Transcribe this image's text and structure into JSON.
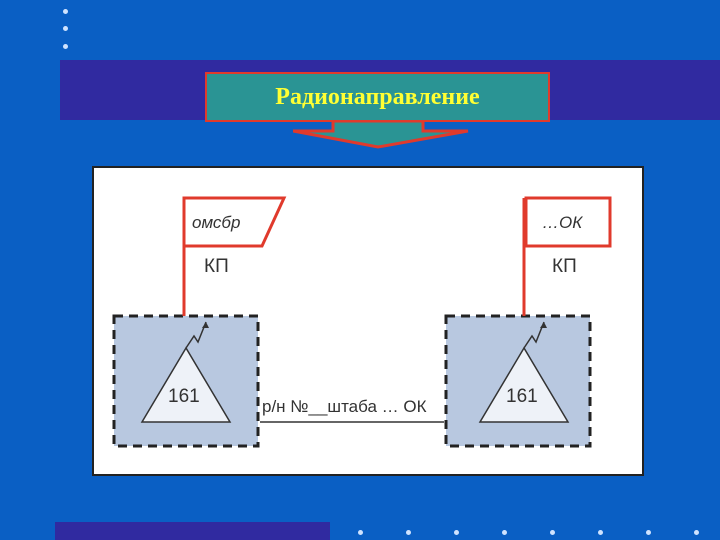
{
  "title": "Радионаправление",
  "left_node": {
    "label": "омсбр",
    "kp": "КП",
    "number": "161"
  },
  "right_node": {
    "label": "…ОК",
    "kp": "КП",
    "number": "161"
  },
  "link_label": "р/н №__штаба … ОК",
  "colors": {
    "background": "#0a5fc4",
    "band": "#302aa0",
    "title_fill": "#2a9494",
    "title_text": "#ffff33",
    "accent_red": "#e03a2c",
    "node_fill": "#b8c8e0"
  }
}
